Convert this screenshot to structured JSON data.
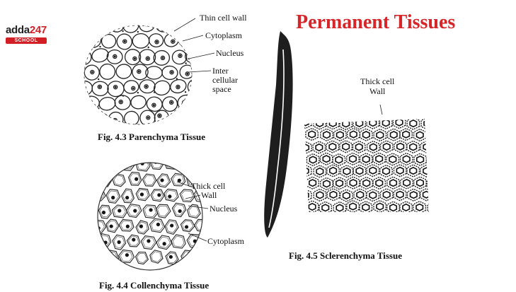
{
  "logo": {
    "brand": "adda",
    "brand_num": "247",
    "badge": "SCHOOL"
  },
  "title": "Permanent Tissues",
  "fig_parenchyma": {
    "labels": [
      "Thin cell wall",
      "Cytoplasm",
      "Nucleus",
      "Inter",
      "cellular",
      "space"
    ],
    "caption": "Fig. 4.3 Parenchyma Tissue"
  },
  "fig_collenchyma": {
    "labels": [
      "Thick cell",
      "Wall",
      "Nucleus",
      "Cytoplasm"
    ],
    "caption": "Fig. 4.4 Collenchyma Tissue"
  },
  "fig_sclerenchyma": {
    "labels": [
      "Thick cell",
      "Wall"
    ],
    "caption": "Fig. 4.5 Sclerenchyma Tissue"
  }
}
